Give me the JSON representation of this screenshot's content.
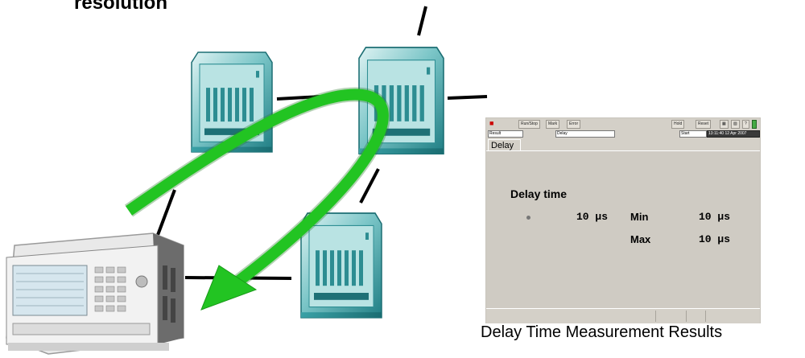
{
  "title_fragment": "resolution",
  "caption": "Delay Time Measurement Results",
  "colors": {
    "arrow": "#22c422",
    "server_teal": "#2f9aa0",
    "panel_bg": "#d4d0c8"
  },
  "icons": {
    "server": "server-icon",
    "analyzer": "measurement-instrument-icon"
  },
  "screenshot": {
    "toolbar": {
      "buttons": [
        "Run/Stop",
        "Mark",
        "Error",
        "Hold",
        "Reset"
      ]
    },
    "selectors": {
      "view": "Result",
      "item": "Delay",
      "mode": "Start",
      "datetime": "13:11:40 12 Apr 2007"
    },
    "tab": "Delay",
    "heading": "Delay time",
    "delay_value": "10 µs",
    "min_label": "Min",
    "min_value": "10 µs",
    "max_label": "Max",
    "max_value": "10 µs"
  }
}
